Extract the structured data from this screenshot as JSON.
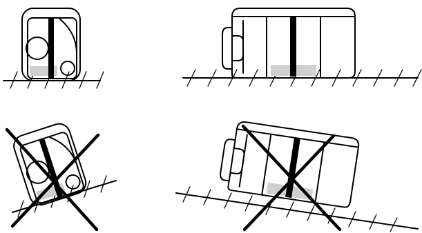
{
  "figure": {
    "panels": [
      {
        "id": "upright-end-view",
        "status": "correct"
      },
      {
        "id": "upright-side-view",
        "status": "correct"
      },
      {
        "id": "tilted-end-view",
        "status": "incorrect"
      },
      {
        "id": "tilted-side-view",
        "status": "incorrect"
      }
    ],
    "colors": {
      "line": "#000000",
      "pad": "#d0d0d0",
      "background": "#ffffff"
    },
    "icons": {
      "prohibited": "x-cross-mark"
    }
  }
}
